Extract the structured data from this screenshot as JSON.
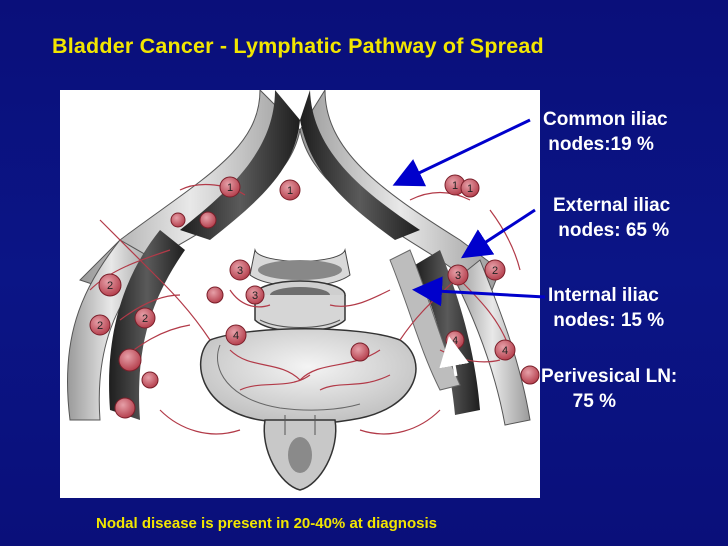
{
  "slide": {
    "title": "Bladder Cancer - Lymphatic Pathway of Spread",
    "footer": "Nodal disease is present in 20-40% at diagnosis"
  },
  "labels": {
    "common_iliac": "Common iliac\n nodes:19 %",
    "external_iliac": "External iliac\n nodes: 65 %",
    "internal_iliac": "Internal iliac\n nodes: 15 %",
    "perivesical": "Perivesical LN:\n      75 %"
  },
  "node_numbers": [
    "1",
    "2",
    "3",
    "4"
  ],
  "colors": {
    "background": "#0b1586",
    "title": "#f2e600",
    "label_text": "#ffffff",
    "arrow": "#0000cc",
    "node_fill": "#c24b57"
  }
}
